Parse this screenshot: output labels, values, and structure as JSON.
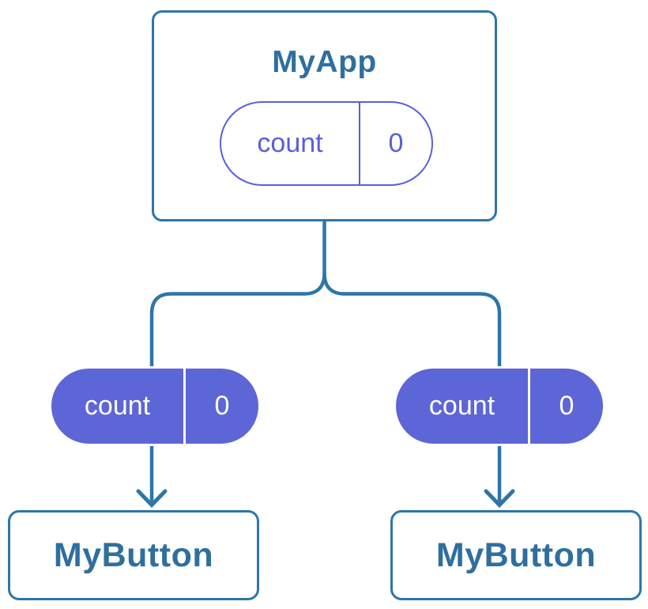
{
  "colors": {
    "background": "#ffffff",
    "line_blue": "#2D76A8",
    "text_blue": "#2F6F9E",
    "purple": "#5A5FD8",
    "purple_fill": "#5D66D6",
    "white": "#ffffff"
  },
  "nodes": {
    "root": {
      "label": "MyApp",
      "state": {
        "name": "count",
        "value": "0"
      }
    },
    "children": [
      {
        "label": "MyButton",
        "state": {
          "name": "count",
          "value": "0"
        }
      },
      {
        "label": "MyButton",
        "state": {
          "name": "count",
          "value": "0"
        }
      }
    ]
  }
}
